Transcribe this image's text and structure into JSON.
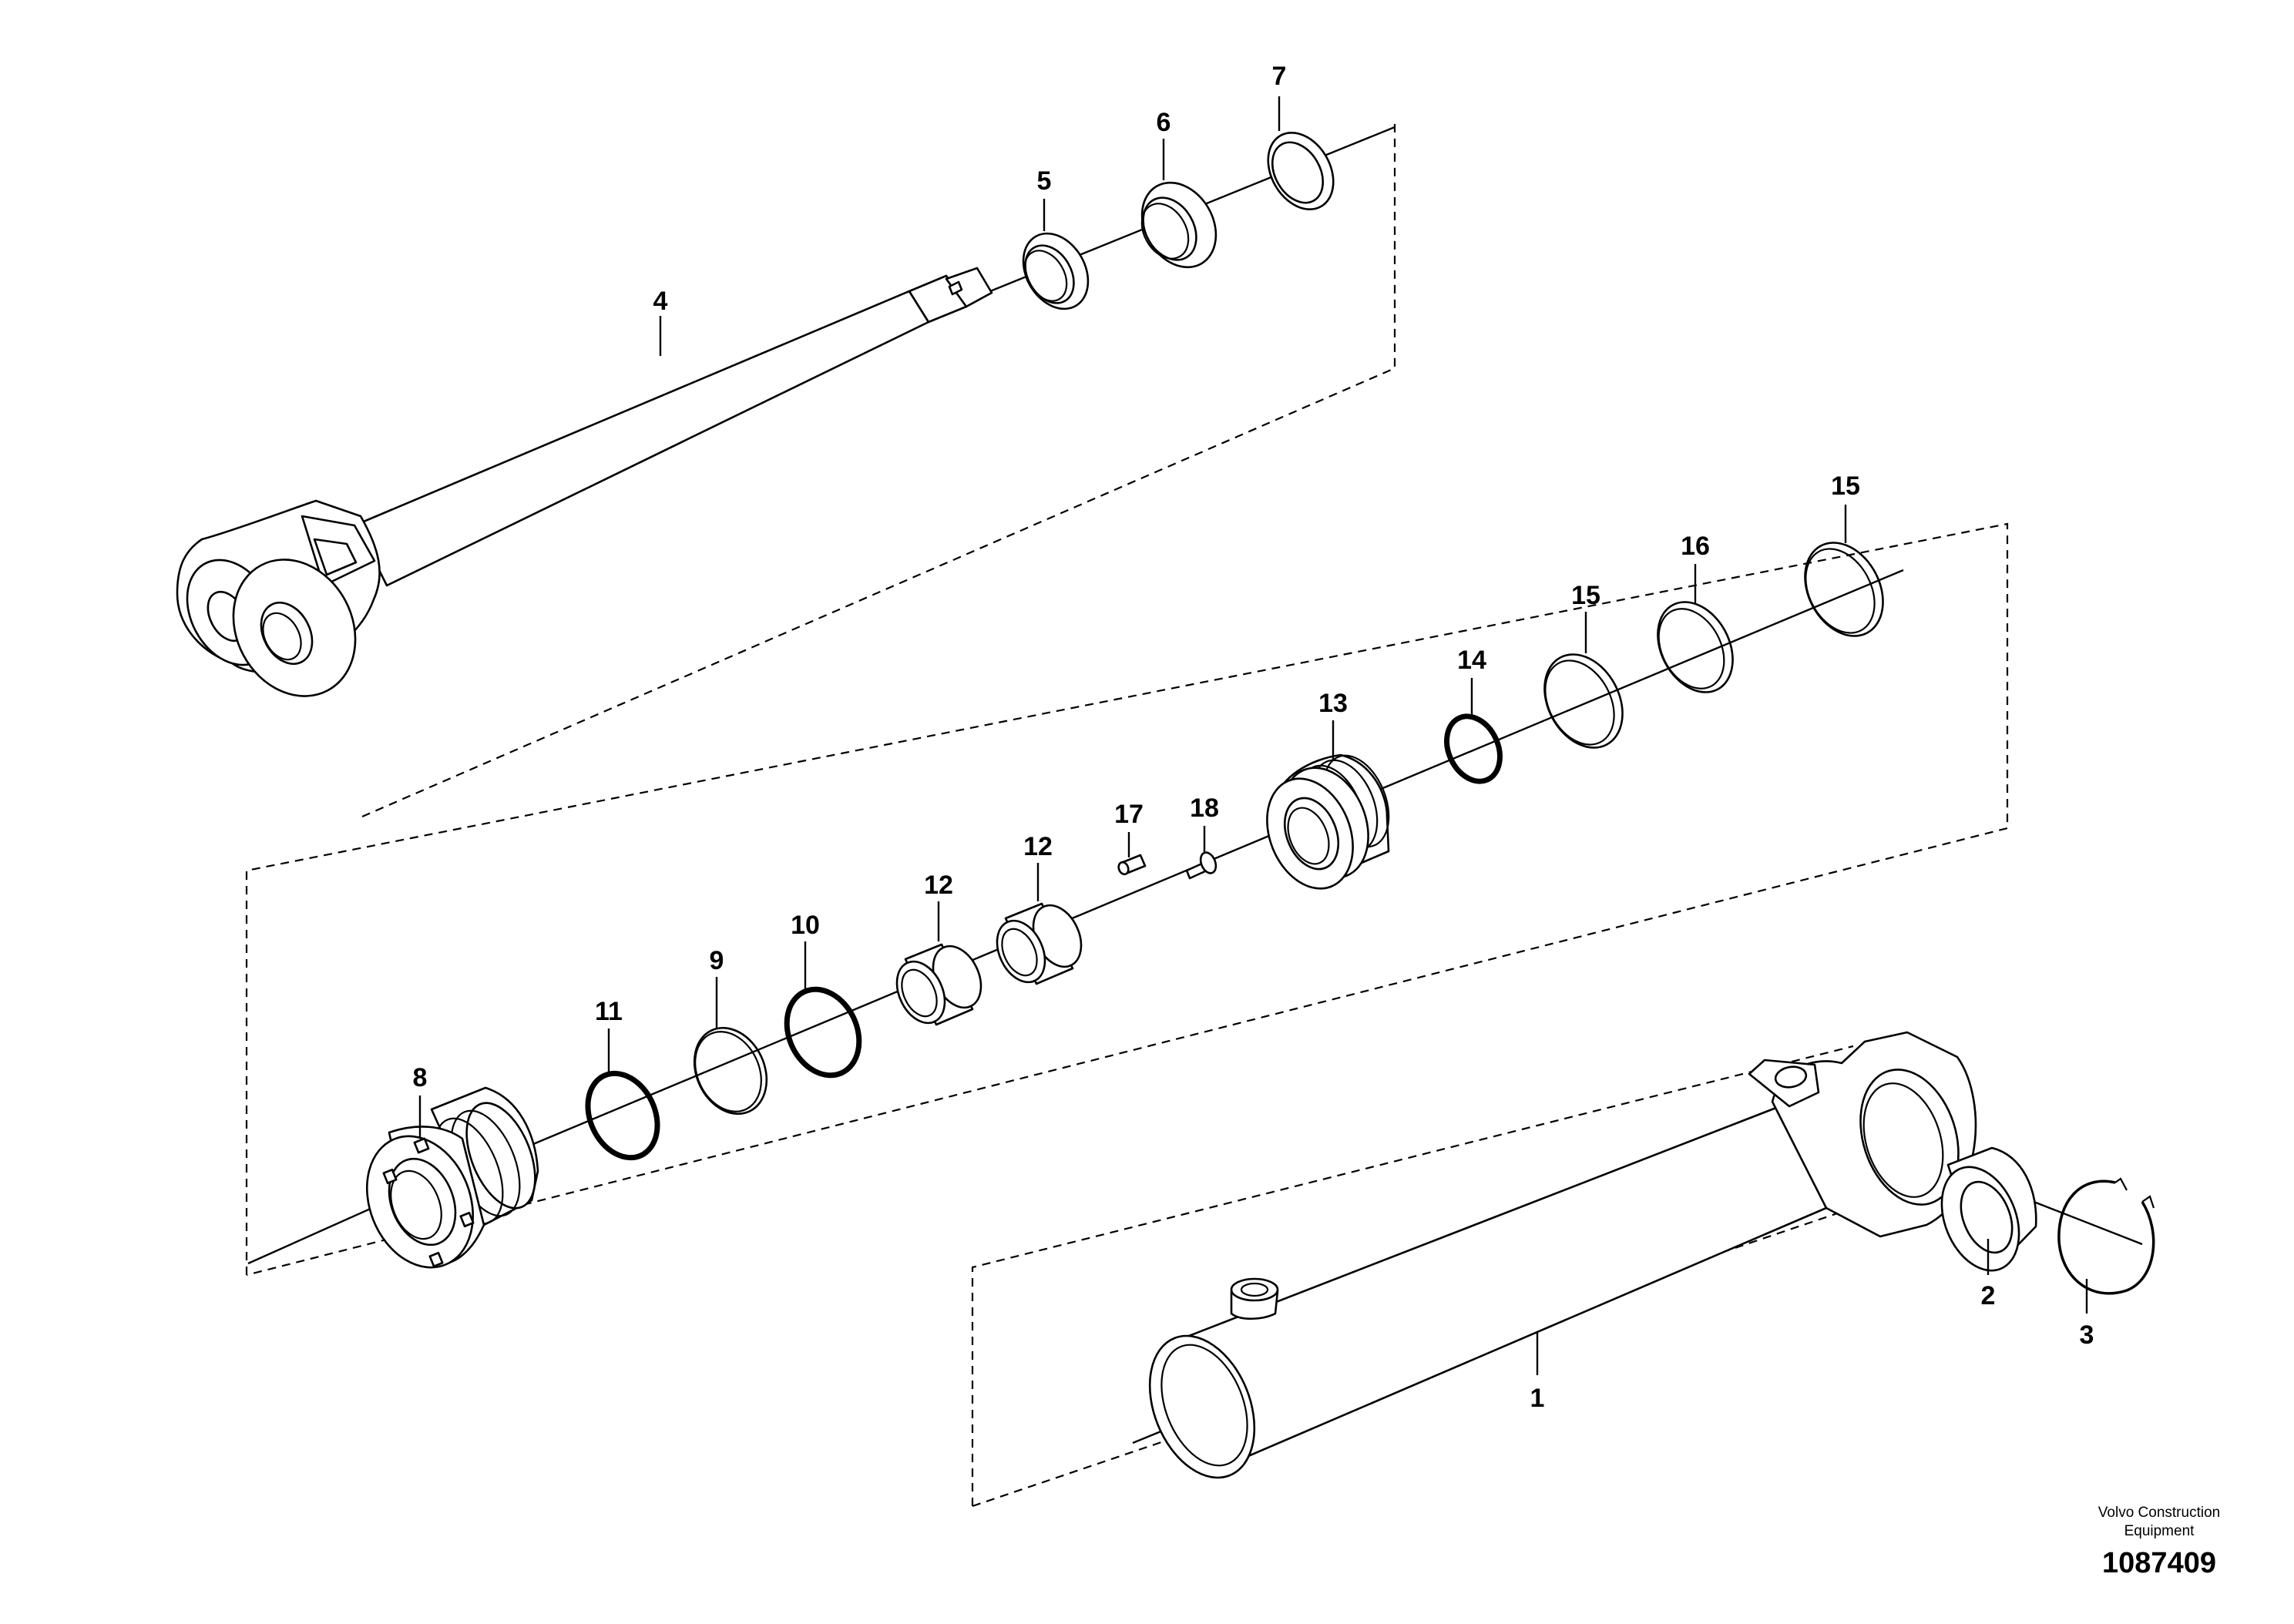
{
  "callouts": {
    "c1": "1",
    "c2": "2",
    "c3": "3",
    "c4": "4",
    "c5": "5",
    "c6": "6",
    "c7": "7",
    "c8": "8",
    "c9": "9",
    "c10": "10",
    "c11": "11",
    "c12a": "12",
    "c12b": "12",
    "c13": "13",
    "c14": "14",
    "c15a": "15",
    "c15b": "15",
    "c16": "16",
    "c17": "17",
    "c18": "18"
  },
  "credit": {
    "maker_line1": "Volvo Construction",
    "maker_line2": "Equipment",
    "drawing_number": "1087409"
  }
}
